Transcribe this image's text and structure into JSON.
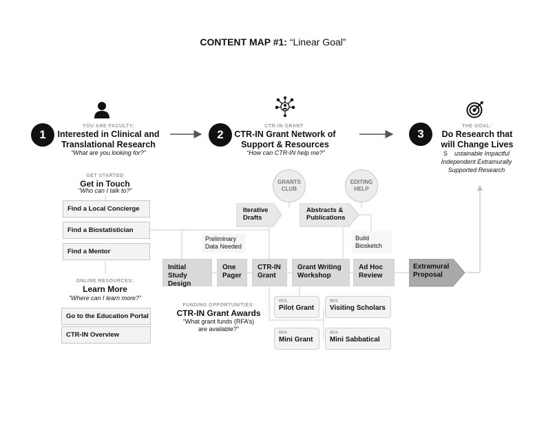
{
  "title": {
    "bold": "CONTENT MAP #1:",
    "sub": "“Linear Goal”"
  },
  "col1": {
    "number": "1",
    "kicker": "YOU ARE FACULTY:",
    "heading_line1": "Interested in Clinical and",
    "heading_line2": "Translational Research",
    "question": "“What are you looking for?”"
  },
  "col2": {
    "number": "2",
    "kicker": "CTR-IN GRANT",
    "heading_line1": "CTR-IN Grant Network of",
    "heading_line2": "Support & Resources",
    "question": "“How can CTR-IN help me?”"
  },
  "col3": {
    "number": "3",
    "kicker": "THE GOAL:",
    "heading_line1": "Do Research that",
    "heading_line2": "will Change Lives",
    "italic_initial": "S",
    "line1": "ustainable Impactful",
    "line2": "Independent Extramurally",
    "line3": "Supported Research"
  },
  "get_started": {
    "kicker": "GET STARTED",
    "heading": "Get in Touch",
    "question": "“Who can I talk to?”",
    "items": [
      "Find a Local Concierge",
      "Find a Biostatistician",
      "Find a Mentor"
    ]
  },
  "online": {
    "kicker": "ONLINE RESOURCES:",
    "heading": "Learn More",
    "question": "“Where can I learn more?”",
    "items": [
      "Go to the Education Portal",
      "CTR-IN Overview"
    ]
  },
  "funding": {
    "kicker": "FUNDING OPPORTUNITIES:",
    "heading": "CTR-IN Grant Awards",
    "question_line1": "“What grant funds (RFA’s)",
    "question_line2": "are available?”"
  },
  "circles": {
    "grants_club_1": "GRANTS",
    "grants_club_2": "CLUB",
    "editing_help_1": "EDITING",
    "editing_help_2": "HELP"
  },
  "arrows": {
    "iterative_1": "Iterative",
    "iterative_2": "Drafts",
    "abstracts_1": "Abstracts &",
    "abstracts_2": "Publications"
  },
  "notes": {
    "preliminary_1": "Preliminary",
    "preliminary_2": "Data Needed",
    "biosketch_1": "Build",
    "biosketch_2": "Biosketch"
  },
  "steps": [
    {
      "l1": "Initial Study",
      "l2": "Design"
    },
    {
      "l1": "One",
      "l2": "Pager"
    },
    {
      "l1": "CTR-IN",
      "l2": "Grant"
    },
    {
      "l1": "Grant Writing",
      "l2": "Workshop"
    },
    {
      "l1": "Ad Hoc",
      "l2": "Review"
    },
    {
      "l1": "Extramural",
      "l2": "Proposal"
    }
  ],
  "rfa": {
    "tag": "RFA",
    "items": [
      "Pilot Grant",
      "Visiting Scholars",
      "Mini Grant",
      "Mini Sabbatical"
    ]
  }
}
